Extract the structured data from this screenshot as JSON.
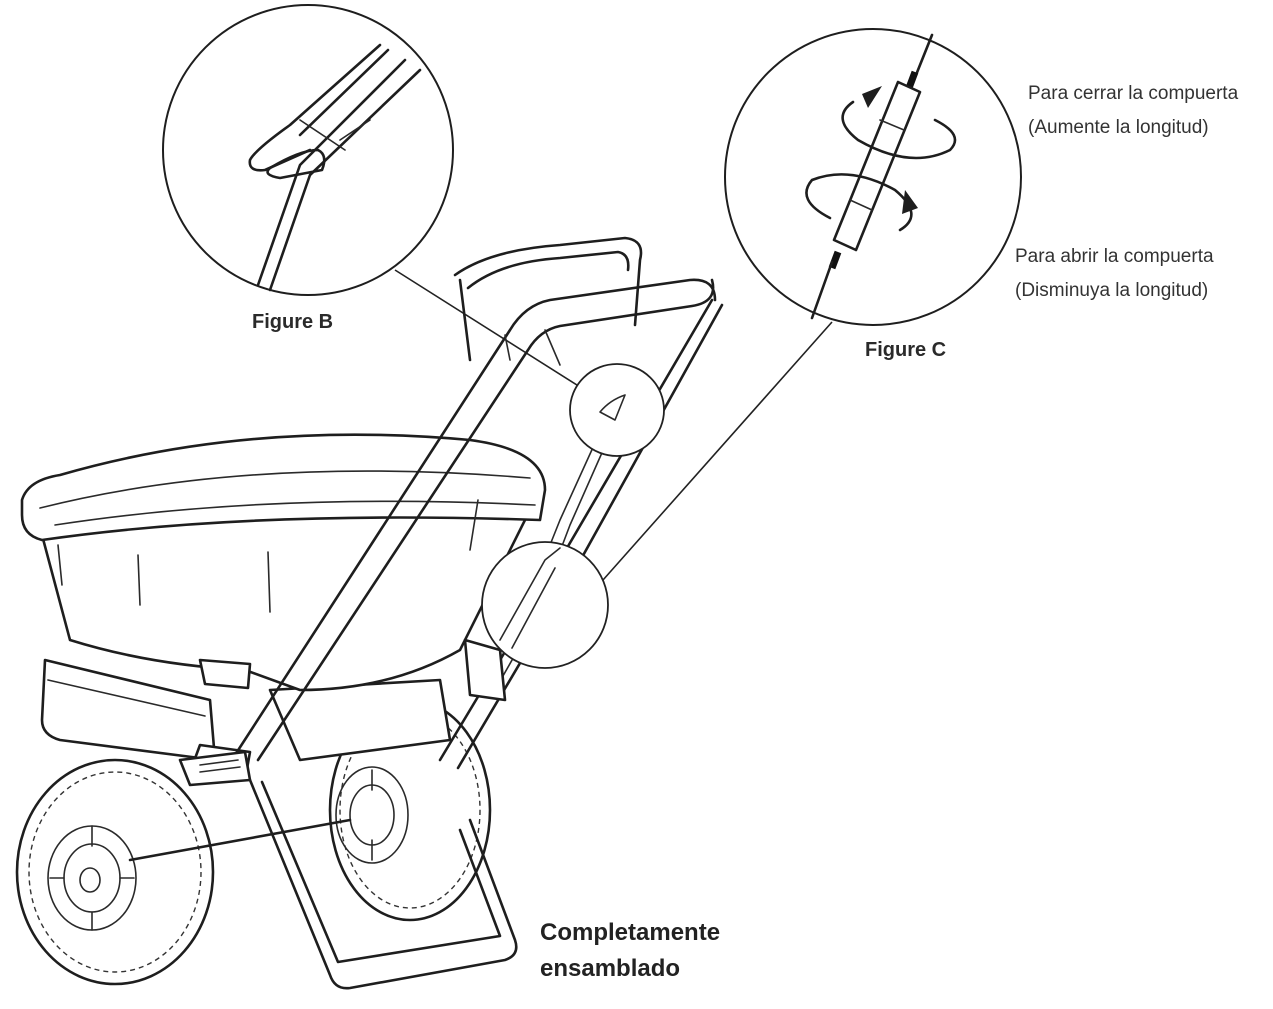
{
  "figures": {
    "figure_b": {
      "caption": "Figure B"
    },
    "figure_c": {
      "caption": "Figure C",
      "close_gate_title": "Para cerrar la compuerta",
      "close_gate_detail": "(Aumente la longitud)",
      "open_gate_title": "Para abrir la compuerta",
      "open_gate_detail": "(Disminuya la longitud)"
    }
  },
  "main": {
    "caption_line1": "Completamente",
    "caption_line2": "ensamblado"
  },
  "colors": {
    "line": "#1e1e1e",
    "background": "#ffffff"
  },
  "icons": [
    "rotate-clockwise-arrow-icon",
    "rotate-counterclockwise-arrow-icon"
  ]
}
